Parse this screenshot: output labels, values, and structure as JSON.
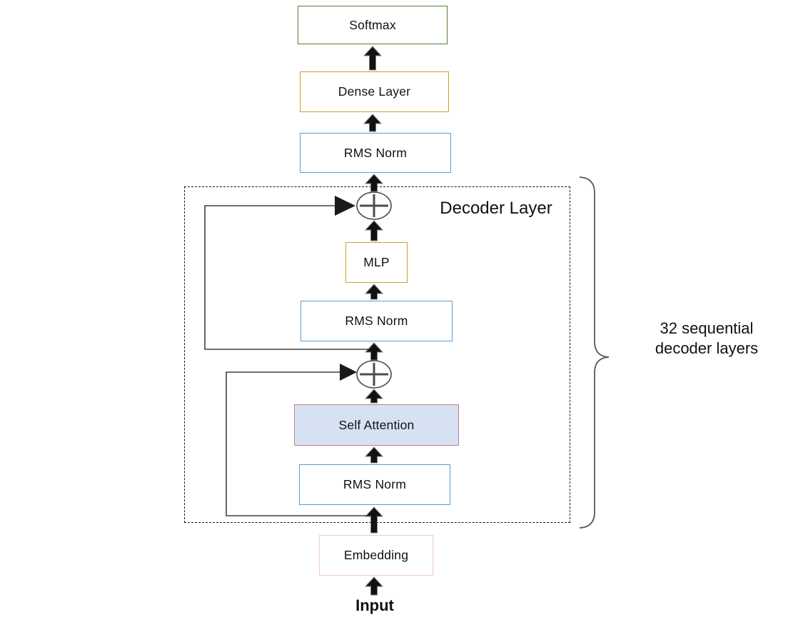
{
  "labels": {
    "decoder_layer": "Decoder Layer",
    "brace_line1": "32 sequential",
    "brace_line2": "decoder layers",
    "input": "Input"
  },
  "boxes": {
    "softmax": {
      "label": "Softmax",
      "border_color": "#548235"
    },
    "dense_layer": {
      "label": "Dense Layer",
      "border_color": "#C9A227"
    },
    "rms_norm_top": {
      "label": "RMS Norm",
      "border_color": "#5B9BD5"
    },
    "mlp": {
      "label": "MLP",
      "border_color": "#C9A227"
    },
    "rms_norm_mid": {
      "label": "RMS Norm",
      "border_color": "#5B9BD5"
    },
    "self_attention": {
      "label": "Self Attention",
      "border_color": "#C27BA0",
      "fill_color": "#D6E2F2"
    },
    "rms_norm_bottom": {
      "label": "RMS Norm",
      "border_color": "#5B9BD5"
    },
    "embedding": {
      "label": "Embedding",
      "border_color": "#F2C9C9"
    }
  },
  "icons": {
    "residual_add": "+"
  },
  "colors": {
    "green_border": "#548235",
    "gold_border": "#C9A227",
    "blue_border": "#5B9BD5",
    "rose_border": "#C27BA0",
    "pale_pink_border": "#F2C9C9",
    "self_attention_fill": "#D6E2F2",
    "arrow_fill": "#111111",
    "connector_gray": "#404040",
    "brace_gray": "#595959",
    "text": "#111111"
  }
}
